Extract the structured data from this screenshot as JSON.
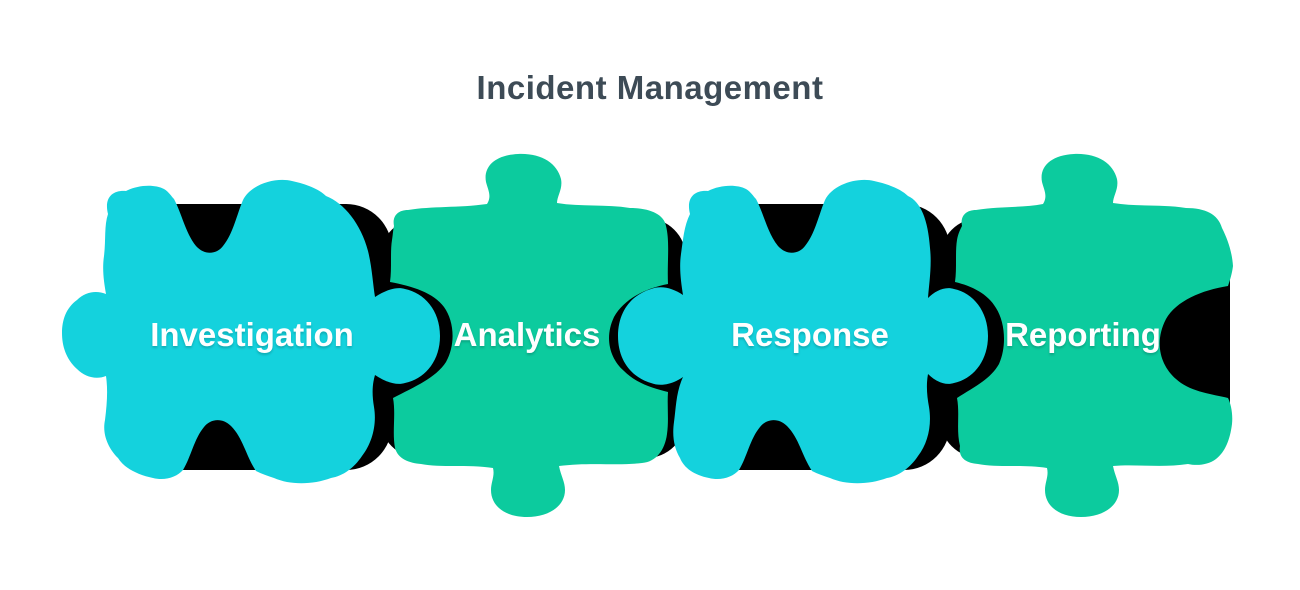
{
  "title": {
    "text": "Incident Management",
    "color": "#3d4b56"
  },
  "pieces": [
    {
      "id": "investigation",
      "label": "Investigation",
      "color": "#14d2dd"
    },
    {
      "id": "analytics",
      "label": "Analytics",
      "color": "#0ccb9e"
    },
    {
      "id": "response",
      "label": "Response",
      "color": "#14d2dd"
    },
    {
      "id": "reporting",
      "label": "Reporting",
      "color": "#0ccb9e"
    }
  ],
  "colors": {
    "outline": "#000000",
    "background": "#ffffff",
    "label_text": "#ffffff"
  }
}
